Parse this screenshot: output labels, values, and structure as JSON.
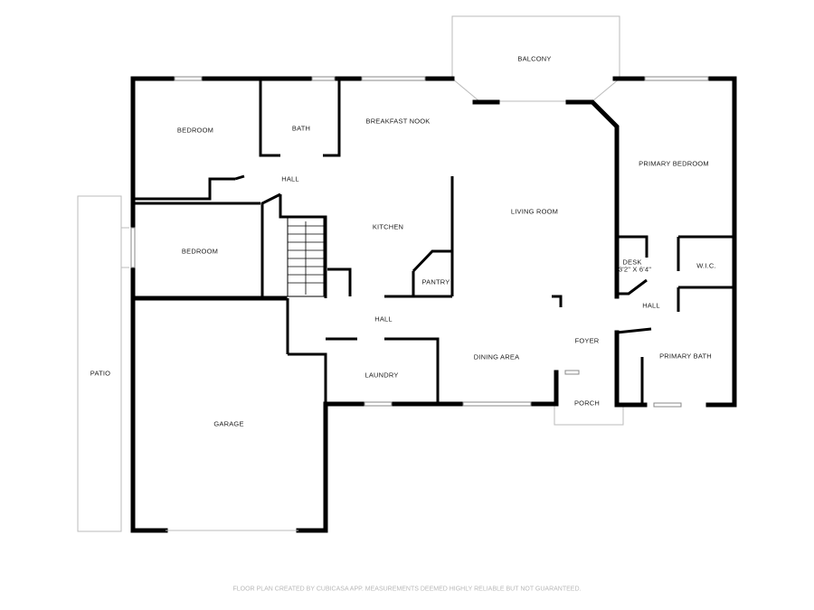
{
  "rooms": {
    "balcony": "BALCONY",
    "bedroom1": "BEDROOM",
    "bath": "BATH",
    "breakfast_nook": "BREAKFAST NOOK",
    "primary_bedroom": "PRIMARY BEDROOM",
    "hall_upper": "HALL",
    "bedroom2": "BEDROOM",
    "kitchen": "KITCHEN",
    "living_room": "LIVING ROOM",
    "desk": "DESK",
    "desk_size": "3'2\" X 6'4\"",
    "wic": "W.I.C.",
    "pantry": "PANTRY",
    "hall_right": "HALL",
    "hall_center": "HALL",
    "foyer": "FOYER",
    "patio": "PATIO",
    "laundry": "LAUNDRY",
    "dining_area": "DINING AREA",
    "primary_bath": "PRIMARY BATH",
    "porch": "PORCH",
    "garage": "GARAGE"
  },
  "footer": "FLOOR PLAN CREATED BY CUBICASA APP. MEASUREMENTS DEEMED HIGHLY RELIABLE BUT NOT GUARANTEED."
}
